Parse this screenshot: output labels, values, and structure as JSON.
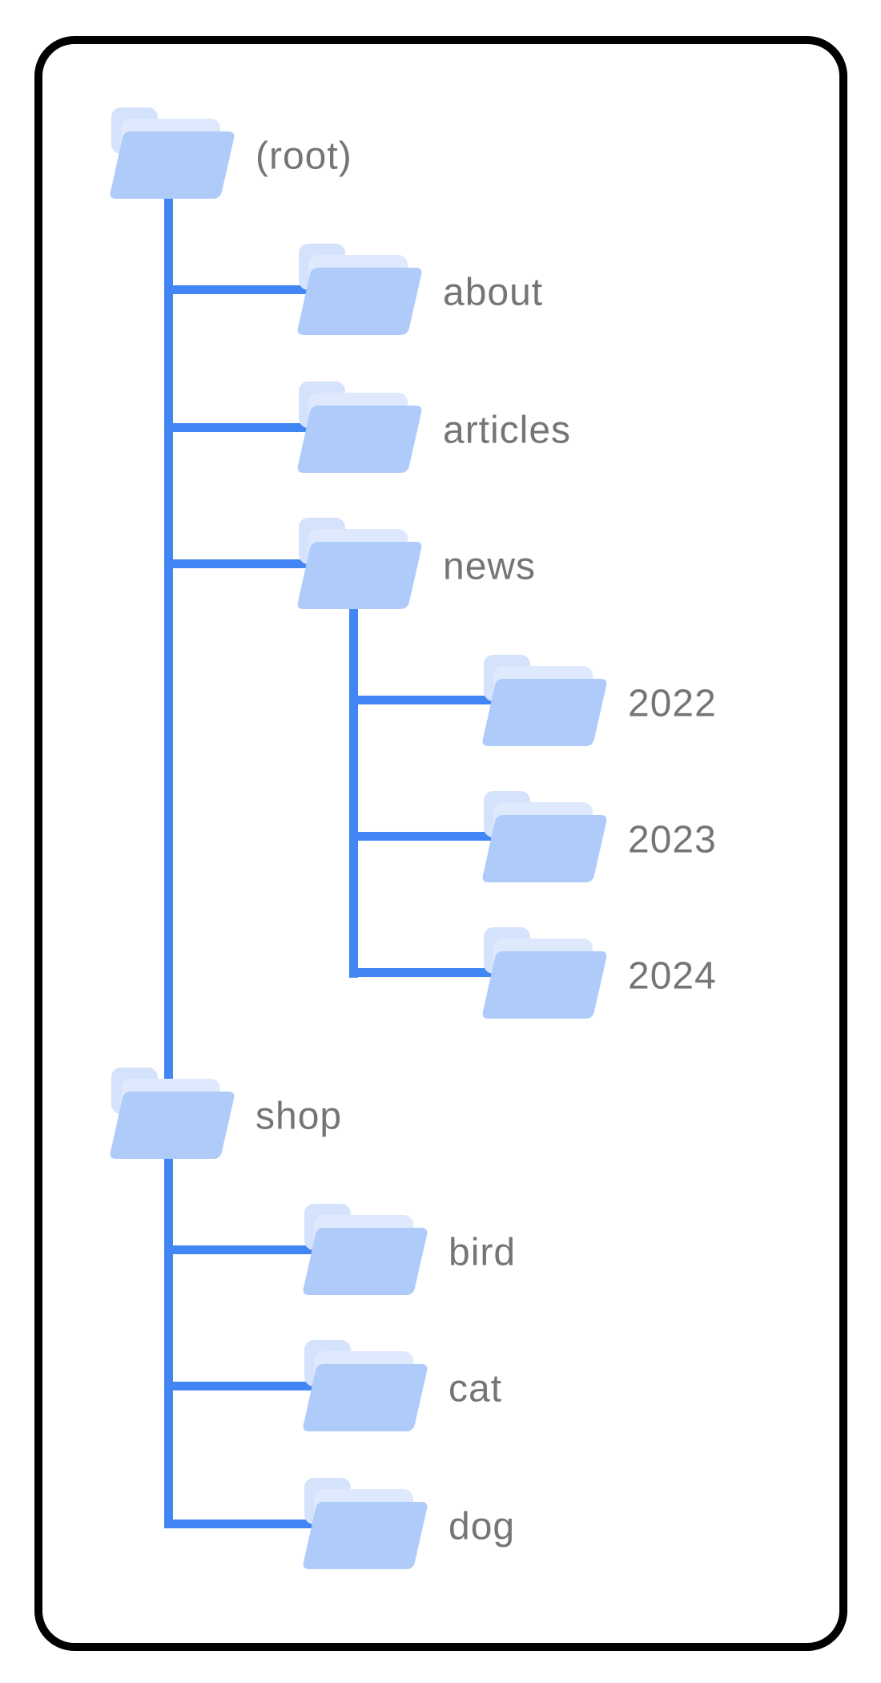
{
  "diagram": {
    "type": "folder-tree",
    "colors": {
      "accent": "#4285f4",
      "folder-front": "#aecbfa",
      "folder-tab": "#d4e2fc",
      "folder-flap": "#dee9fd",
      "label": "#757575",
      "frame": "#000000"
    }
  },
  "tree": {
    "nodes": [
      {
        "id": "root",
        "label": "(root)",
        "parent": null
      },
      {
        "id": "about",
        "label": "about",
        "parent": "root"
      },
      {
        "id": "articles",
        "label": "articles",
        "parent": "root"
      },
      {
        "id": "news",
        "label": "news",
        "parent": "root"
      },
      {
        "id": "2022",
        "label": "2022",
        "parent": "news"
      },
      {
        "id": "2023",
        "label": "2023",
        "parent": "news"
      },
      {
        "id": "2024",
        "label": "2024",
        "parent": "news"
      },
      {
        "id": "shop",
        "label": "shop",
        "parent": "root"
      },
      {
        "id": "bird",
        "label": "bird",
        "parent": "shop"
      },
      {
        "id": "cat",
        "label": "cat",
        "parent": "shop"
      },
      {
        "id": "dog",
        "label": "dog",
        "parent": "shop"
      }
    ]
  }
}
